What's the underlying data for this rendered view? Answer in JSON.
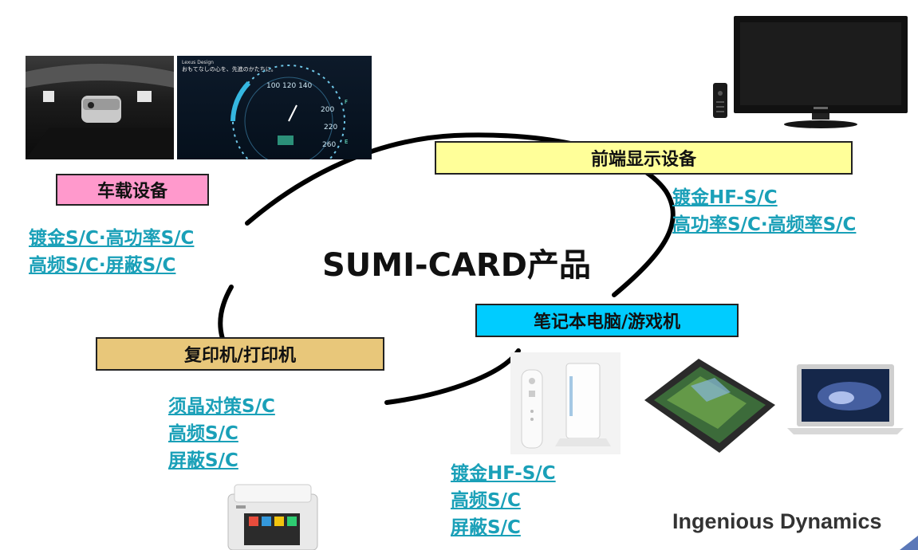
{
  "center_title": "SUMI-CARD产品",
  "brand": "Ingenious Dynamics",
  "dashboard_caption": "Lexus Design\nおもてなしの心を、先進のかたちに。",
  "categories": {
    "car": {
      "label": "车载设备",
      "color": "#ff99cc",
      "links": [
        "镀金S/C·高功率S/C",
        "高频S/C·屏蔽S/C"
      ]
    },
    "display": {
      "label": "前端显示设备",
      "color": "#ffff99",
      "links": [
        "镀金HF-S/C",
        "高功率S/C·高频率S/C"
      ]
    },
    "laptop": {
      "label": "笔记本电脑/游戏机",
      "color": "#00ccff",
      "links": [
        "镀金HF-S/C",
        "高频S/C",
        "屏蔽S/C"
      ]
    },
    "printer": {
      "label": "复印机/打印机",
      "color": "#e8c77a",
      "links": [
        "须晶对策S/C",
        "高频S/C",
        "屏蔽S/C"
      ]
    }
  },
  "images": [
    "car-camera-photo",
    "car-dashboard-photo",
    "tv-photo",
    "remote-photo",
    "wii-photo",
    "tablet-photo",
    "macbook-photo",
    "printer-photo"
  ]
}
